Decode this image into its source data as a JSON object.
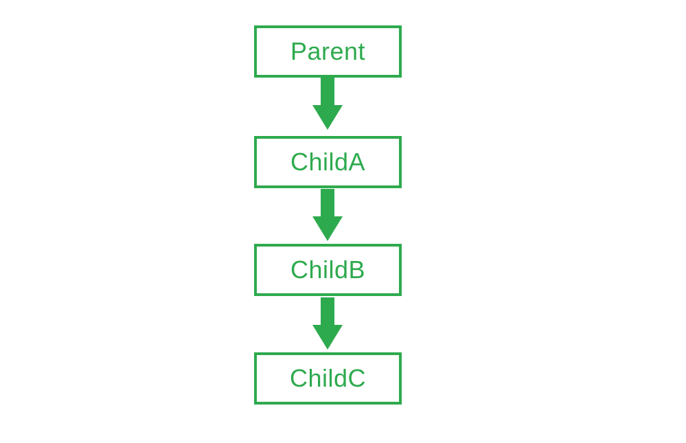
{
  "diagram": {
    "type": "flow",
    "direction": "top-down",
    "nodes": [
      {
        "id": "parent",
        "label": "Parent"
      },
      {
        "id": "childa",
        "label": "ChildA"
      },
      {
        "id": "childb",
        "label": "ChildB"
      },
      {
        "id": "childc",
        "label": "ChildC"
      }
    ],
    "edges": [
      {
        "from": "Parent",
        "to": "ChildA"
      },
      {
        "from": "ChildA",
        "to": "ChildB"
      },
      {
        "from": "ChildB",
        "to": "ChildC"
      }
    ]
  },
  "colors": {
    "accent": "#2EAA4E",
    "background": "#FFFFFF"
  }
}
